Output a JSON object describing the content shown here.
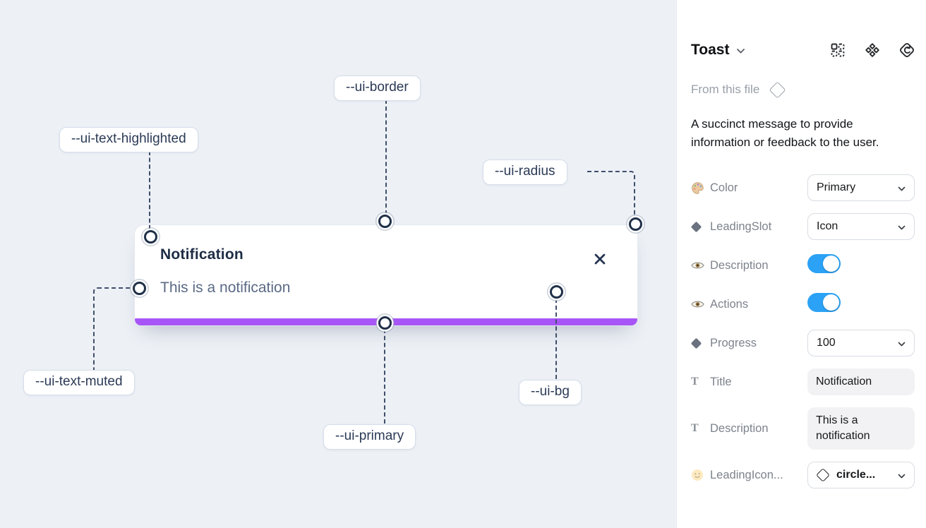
{
  "canvas": {
    "toast": {
      "title": "Notification",
      "description": "This is a notification"
    },
    "labels": [
      {
        "text": "--ui-border"
      },
      {
        "text": "--ui-text-highlighted"
      },
      {
        "text": "--ui-radius"
      },
      {
        "text": "--ui-text-muted"
      },
      {
        "text": "--ui-primary"
      },
      {
        "text": "--ui-bg"
      }
    ],
    "colors": {
      "background": "#edf1f6",
      "progress_bar": "#a855f7",
      "dashed_line": "#3f4e6a",
      "label_text": "#2b3a55"
    }
  },
  "panel": {
    "title": "Toast",
    "source_label": "From this file",
    "description": "A succinct message to provide information or feedback to the user.",
    "header_icon_names": [
      "instance-grid-icon",
      "component-icon",
      "return-diamond-icon"
    ],
    "glyphs": {
      "type_T": "T"
    },
    "colors": {
      "toggle_on": "#2ba2f6"
    },
    "rows": [
      {
        "label": "Color",
        "control": "select",
        "value": "Primary"
      },
      {
        "label": "LeadingSlot",
        "control": "select",
        "value": "Icon"
      },
      {
        "label": "Description",
        "control": "toggle",
        "value": "on"
      },
      {
        "label": "Actions",
        "control": "toggle",
        "value": "on"
      },
      {
        "label": "Progress",
        "control": "select",
        "value": "100"
      },
      {
        "label": "Title",
        "control": "text",
        "value": "Notification"
      },
      {
        "label": "Description",
        "control": "text",
        "value": "This is a notification"
      },
      {
        "label": "LeadingIcon...",
        "control": "select",
        "value": "circle..."
      }
    ]
  }
}
